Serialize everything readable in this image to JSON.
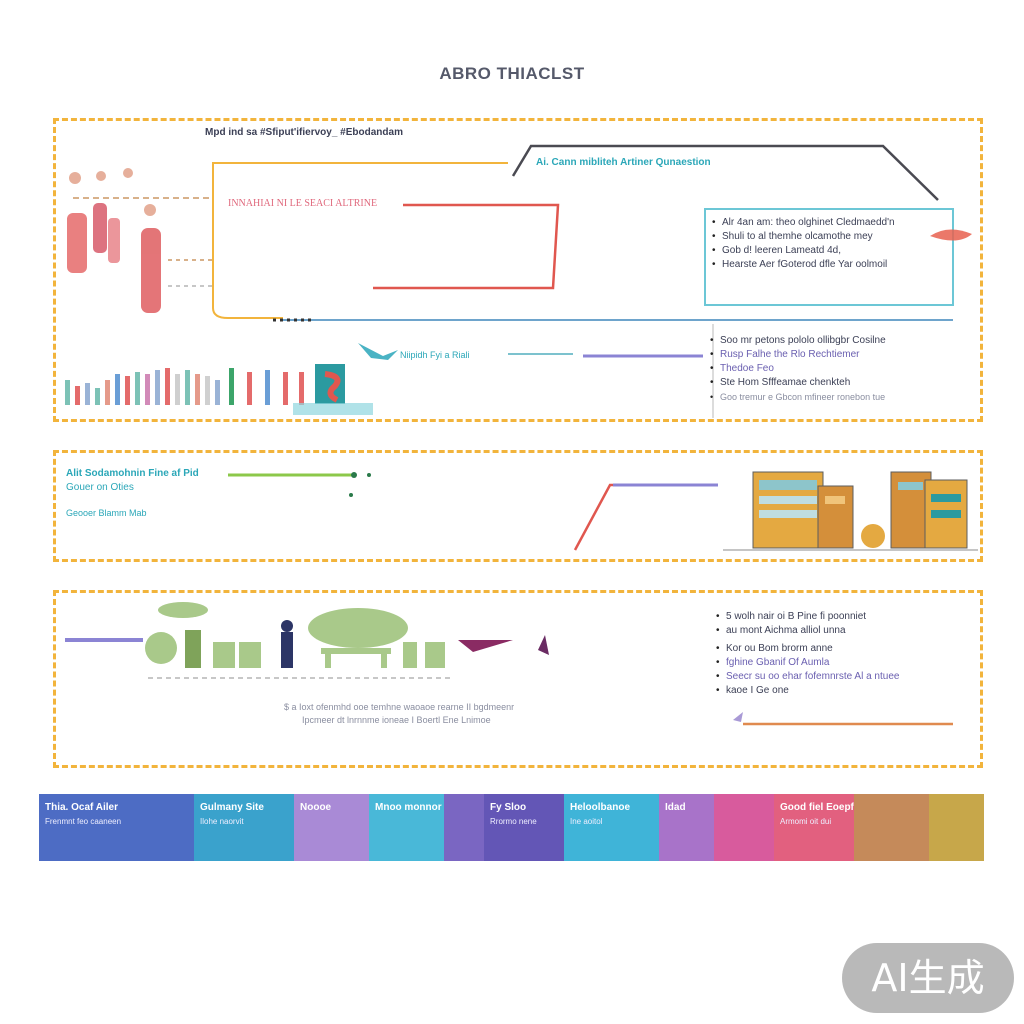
{
  "title": "ABRO THIACLST",
  "panel1": {
    "header": "Mpd ind sa #Sfiput'ifiervoy_ #Ebodandam",
    "arrow_label": "Ai. Cann mibliteh Artiner Qunaestion",
    "pink_label": "INNAHIAI NI LE SEACI ALTRINE",
    "chart_label": "Niipidh Fyi a Riali",
    "box1_items": [
      "Alr 4an am: theo olghinet Cledmaedd'n",
      "Shuli to al themhe olcamothe mey",
      "Gob d! leeren Lameatd 4d,",
      "Hearste Aer fGoterod dfle Yar oolmoil"
    ],
    "box2_items": [
      "Soo mr petons pololo ollibgbr Cosilne",
      "Rusp Falhe the Rlo Rechtiemer",
      "Thedoe Feo",
      "Ste Hom Sfffeamae chenkteh",
      "Goo tremur e Gbcon mfineer ronebon tue"
    ]
  },
  "panel2": {
    "line1": "Alit Sodamohnin Fine af Pid",
    "line2": "Gouer on Oties",
    "line3": "Geooer Blamm Mab"
  },
  "panel3": {
    "caption1": "$ a Ioxt ofenmhd ooe temhne waoaoe rearne  II bgdmeenr",
    "caption2": "Ipcmeer dt lnrnnme ioneae  I Boertl Ene Lnimoe",
    "items": [
      "5 wolh nair oi B Pine fi poonniet",
      "au mont Aichma alliol unna",
      "Kor ou Bom brorm anne",
      "fghine Gbanif Of Aumla",
      "Seecr su oo ehar fofemnrste Al a ntuee",
      "kaoe I Ge one"
    ]
  },
  "strip": [
    {
      "t1": "Thia. Ocaf Ailer",
      "t2": "Frenmnt feo caaneen",
      "color": "#4d6cc4"
    },
    {
      "t1": "Gulmany Site",
      "t2": "Ilohe naorvit",
      "color": "#3aa2cc"
    },
    {
      "t1": "Noooe",
      "t2": "",
      "color": "#a98ad6"
    },
    {
      "t1": "Mnoo monnor",
      "t2": "",
      "color": "#49b8d8"
    },
    {
      "t1": "",
      "t2": "",
      "color": "#7a66c2"
    },
    {
      "t1": "Fy Sloo",
      "t2": "Rrormo nene",
      "color": "#6356b6"
    },
    {
      "t1": "Heloolbanoe",
      "t2": "Ine aoitol",
      "color": "#3fb4d8"
    },
    {
      "t1": "Idad",
      "t2": "",
      "color": "#a873c9"
    },
    {
      "t1": "",
      "t2": "",
      "color": "#d85b9d"
    },
    {
      "t1": "Good fiel Eoepfginor",
      "t2": "Armomi oit dui",
      "color": "#e2607f"
    },
    {
      "t1": "",
      "t2": "",
      "color": "#c58a5a"
    },
    {
      "t1": "",
      "t2": "",
      "color": "#c7a74a"
    }
  ],
  "badge": "AI生成",
  "colors": {
    "border": "#f2b43c",
    "teal": "#2ba7b8",
    "red": "#e0574f",
    "purple": "#8b84d4"
  }
}
